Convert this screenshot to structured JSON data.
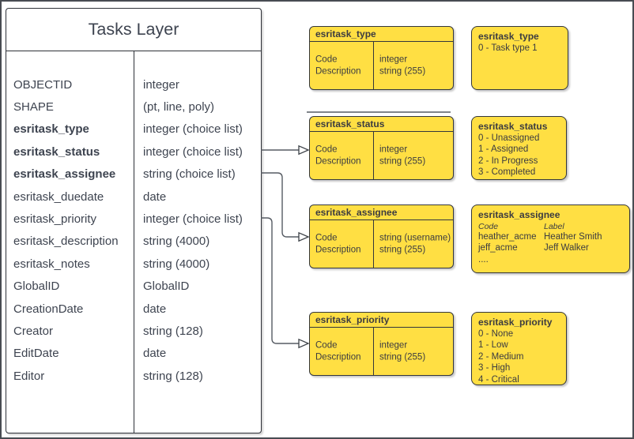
{
  "main_table": {
    "title": "Tasks Layer",
    "rows": [
      {
        "name": "OBJECTID",
        "type": "integer"
      },
      {
        "name": "SHAPE",
        "type": "(pt, line, poly)"
      },
      {
        "name": "esritask_type",
        "type": "integer (choice list)"
      },
      {
        "name": "esritask_status",
        "type": "integer (choice list)"
      },
      {
        "name": "esritask_assignee",
        "type": "string (choice list)"
      },
      {
        "name": "esritask_duedate",
        "type": "date"
      },
      {
        "name": "esritask_priority",
        "type": "integer (choice list)"
      },
      {
        "name": "esritask_description",
        "type": "string (4000)"
      },
      {
        "name": "esritask_notes",
        "type": "string (4000)"
      },
      {
        "name": "GlobalID",
        "type": "GlobalID"
      },
      {
        "name": "CreationDate",
        "type": "date"
      },
      {
        "name": "Creator",
        "type": "string (128)"
      },
      {
        "name": "EditDate",
        "type": "date"
      },
      {
        "name": "Editor",
        "type": "string (128)"
      }
    ]
  },
  "domain_tables": [
    {
      "title": "esritask_type",
      "field1": "Code",
      "field2": "Description",
      "type1": "integer",
      "type2": "string (255)"
    },
    {
      "title": "esritask_status",
      "field1": "Code",
      "field2": "Description",
      "type1": "integer",
      "type2": "string (255)"
    },
    {
      "title": "esritask_assignee",
      "field1": "Code",
      "field2": "Description",
      "type1": "string (username)",
      "type2": "string (255)"
    },
    {
      "title": "esritask_priority",
      "field1": "Code",
      "field2": "Description",
      "type1": "integer",
      "type2": "string (255)"
    }
  ],
  "value_lists": {
    "type": {
      "title": "esritask_type",
      "values": [
        "0 - Task type 1"
      ]
    },
    "status": {
      "title": "esritask_status",
      "values": [
        "0 - Unassigned",
        "1 - Assigned",
        "2 - In Progress",
        "3 - Completed"
      ]
    },
    "assignee": {
      "title": "esritask_assignee",
      "col1": "Code",
      "col2": "Label",
      "pairs": [
        [
          "heather_acme",
          "Heather Smith"
        ],
        [
          "jeff_acme",
          "Jeff Walker"
        ]
      ],
      "more": "...."
    },
    "priority": {
      "title": "esritask_priority",
      "values": [
        "0 - None",
        "1 - Low",
        "2 - Medium",
        "3 - High",
        "4 - Critical"
      ]
    }
  },
  "colors": {
    "box_fill": "#ffdf43",
    "box_border": "#33363c",
    "table_text": "#3e4450",
    "connector": "#565b63"
  }
}
